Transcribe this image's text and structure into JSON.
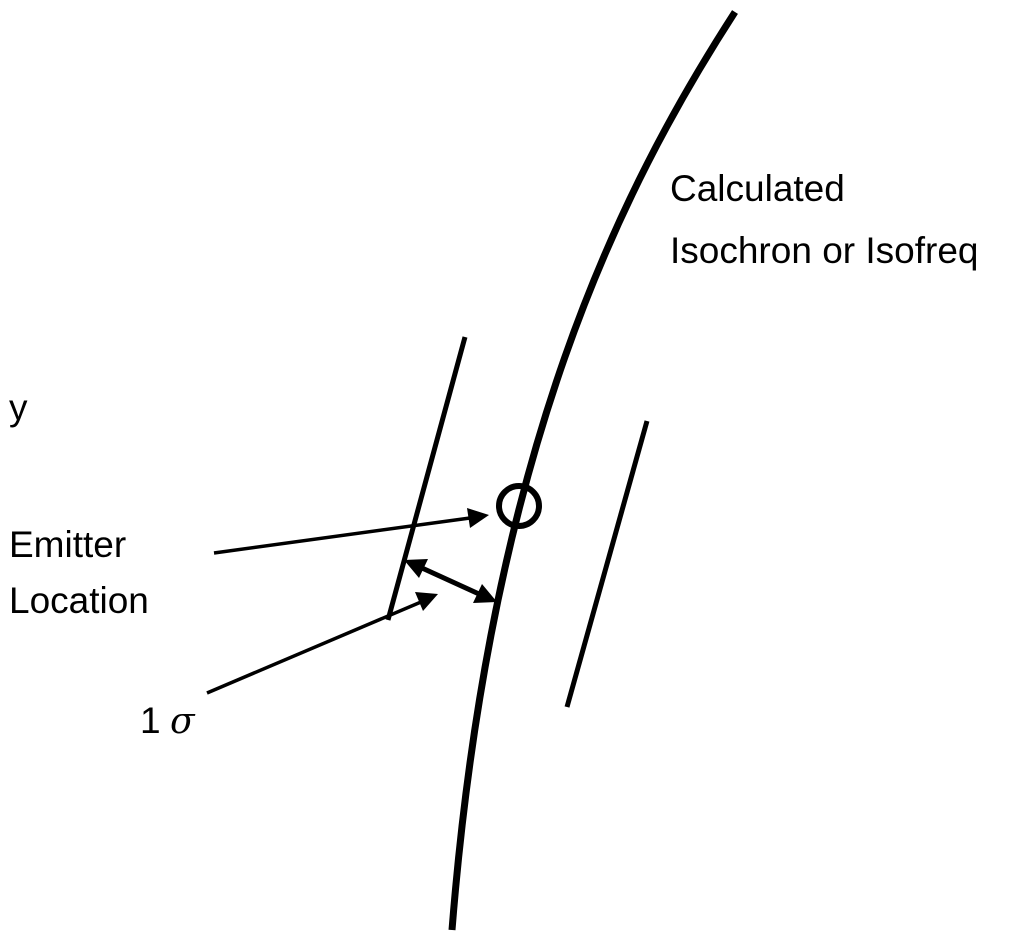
{
  "labels": {
    "curve_label_line1": "Calculated",
    "curve_label_line2": "Isochron or Isofreq",
    "y_axis": "y",
    "emitter_line1": "Emitter",
    "emitter_line2": "Location",
    "sigma_number": "1",
    "sigma_symbol": "σ"
  },
  "colors": {
    "ink": "#000000",
    "background": "#ffffff"
  }
}
